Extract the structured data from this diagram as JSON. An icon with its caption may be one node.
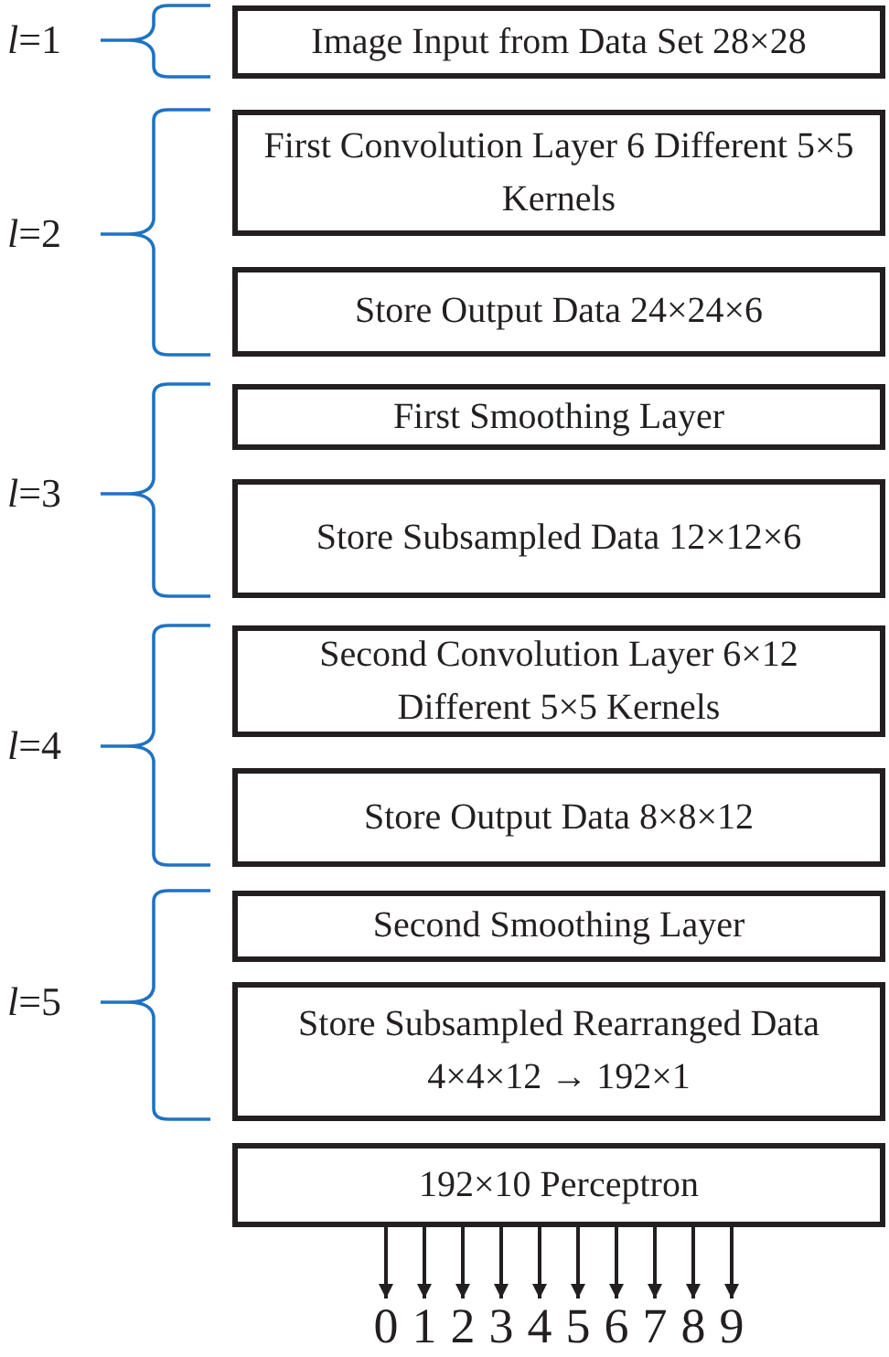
{
  "diagram": {
    "nodes": [
      {
        "text": [
          "Image Input from Data Set 28×28"
        ]
      },
      {
        "text": [
          "First Convolution Layer 6 Different 5×5 Kernels"
        ]
      },
      {
        "text": [
          "Store Output Data 24×24×6"
        ]
      },
      {
        "text": [
          "First Smoothing Layer"
        ]
      },
      {
        "text": [
          "Store Subsampled Data 12×12×6"
        ]
      },
      {
        "text": [
          "Second Convolution Layer 6×12 Different 5×5 Kernels"
        ]
      },
      {
        "text": [
          "Store Output Data 8×8×12"
        ]
      },
      {
        "text": [
          "Second Smoothing Layer"
        ]
      },
      {
        "text": [
          "Store Subsampled Rearranged Data 4×4×12 → 192×1"
        ]
      },
      {
        "text": [
          "192×10 Perceptron"
        ]
      },
      {
        "text": [
          "0"
        ]
      },
      {
        "text": [
          "1"
        ]
      },
      {
        "text": [
          "2"
        ]
      },
      {
        "text": [
          "3"
        ]
      },
      {
        "text": [
          "4"
        ]
      },
      {
        "text": [
          "5"
        ]
      },
      {
        "text": [
          "6"
        ]
      },
      {
        "text": [
          "7"
        ]
      },
      {
        "text": [
          "8"
        ]
      },
      {
        "text": [
          "9"
        ]
      }
    ],
    "edges": [
      {
        "from": 9,
        "to": 10,
        "arrow": "to"
      },
      {
        "from": 9,
        "to": 11,
        "arrow": "to"
      },
      {
        "from": 9,
        "to": 12,
        "arrow": "to"
      },
      {
        "from": 9,
        "to": 13,
        "arrow": "to"
      },
      {
        "from": 9,
        "to": 14,
        "arrow": "to"
      },
      {
        "from": 9,
        "to": 15,
        "arrow": "to"
      },
      {
        "from": 9,
        "to": 16,
        "arrow": "to"
      },
      {
        "from": 9,
        "to": 17,
        "arrow": "to"
      },
      {
        "from": 9,
        "to": 18,
        "arrow": "to"
      },
      {
        "from": 9,
        "to": 19,
        "arrow": "to"
      }
    ],
    "labels": [
      "*l*=1",
      "*l*=2",
      "*l*=3",
      "*l*=4",
      "*l*=5"
    ]
  }
}
